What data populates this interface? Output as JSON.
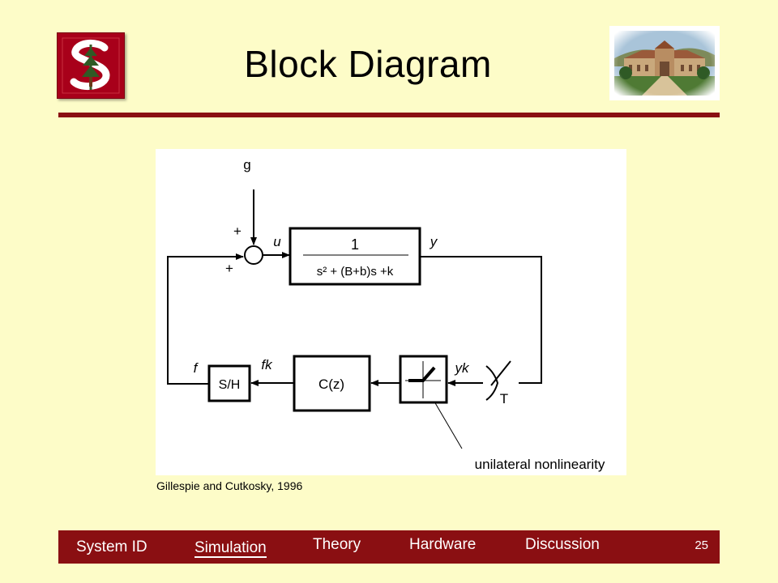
{
  "slide": {
    "title": "Block Diagram",
    "caption": "Gillespie and Cutkosky, 1996",
    "page_number": "25"
  },
  "colors": {
    "background": "#fdfcc8",
    "accent": "#8a0f12",
    "logo_red": "#a8001a",
    "nav_text": "#ffffff"
  },
  "diagram": {
    "input_g": "g",
    "plus_top": "+",
    "plus_left": "+",
    "signal_u": "u",
    "signal_y": "y",
    "plant_numerator": "1",
    "plant_denominator": "s² + (B+b)s +k",
    "signal_f": "f",
    "signal_fk": "fk",
    "sample_hold": "S/H",
    "controller": "C(z)",
    "signal_yk": "yk",
    "sample_period": "T",
    "nonlinearity_note": "unilateral nonlinearity"
  },
  "nav": {
    "items": [
      {
        "label": "System ID",
        "active": false
      },
      {
        "label": "Simulation",
        "active": true
      },
      {
        "label": "Theory",
        "active": false
      },
      {
        "label": "Hardware",
        "active": false
      },
      {
        "label": "Discussion",
        "active": false
      }
    ]
  }
}
